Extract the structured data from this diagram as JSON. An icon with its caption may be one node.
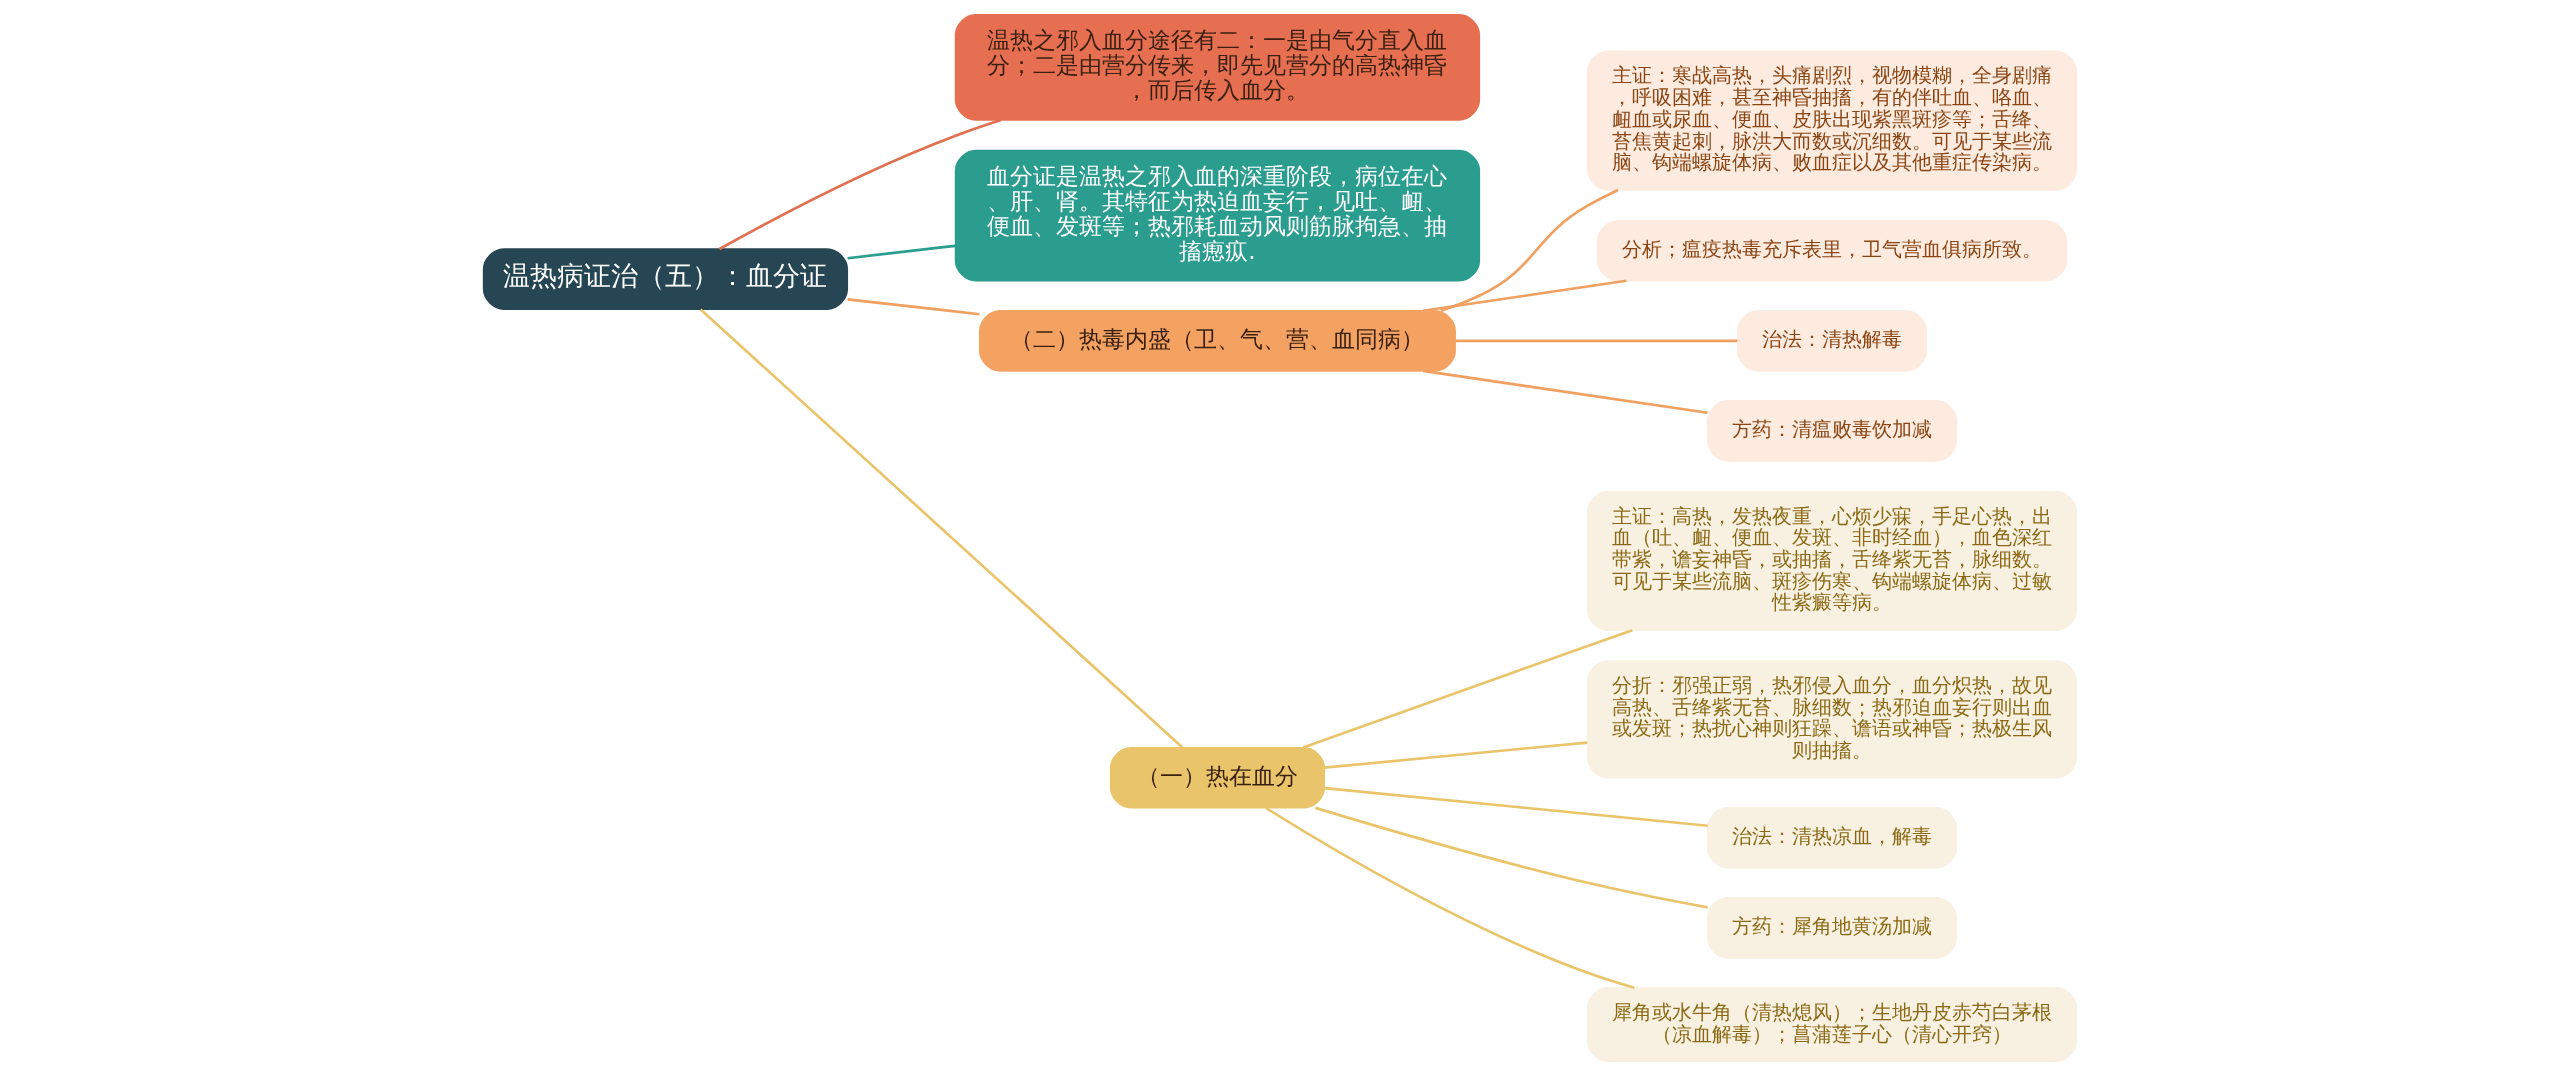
{
  "diagram": {
    "nodes": [
      {
        "text": [
          "温热病证治（五）：血分证"
        ]
      },
      {
        "text": [
          "温热之邪入血分途径有二：一是由气分直入血分；二是由营分传来，即先见营分的高热神昏，而后传入血分。"
        ]
      },
      {
        "text": [
          "血分证是温热之邪入血的深重阶段，病位在心、肝、肾。其特征为热迫血妄行，见吐、衄、便血、发斑等；热邪耗血动风则筋脉拘急、抽搐瘛疭."
        ]
      },
      {
        "text": [
          "（二）热毒内盛（卫、气、营、血同病）"
        ]
      },
      {
        "text": [
          "主证：寒战高热，头痛剧烈，视物模糊，全身剧痛，呼吸困难，甚至神昏抽搐，有的伴吐血、咯血、衄血或尿血、便血、皮肤出现紫黑斑疹等；舌绛、苔焦黄起刺，脉洪大而数或沉细数。可见于某些流脑、钩端螺旋体病、败血症以及其他重症传染病。"
        ]
      },
      {
        "text": [
          "分析；瘟疫热毒充斥表里，卫气营血俱病所致。"
        ]
      },
      {
        "text": [
          "治法：清热解毒"
        ]
      },
      {
        "text": [
          "方药：清瘟败毒饮加减"
        ]
      },
      {
        "text": [
          "（一）热在血分"
        ]
      },
      {
        "text": [
          "主证：高热，发热夜重，心烦少寐，手足心热，出血（吐、衄、便血、发斑、非时经血），血色深红带紫，谵妄神昏，或抽搐，舌绛紫无苔，脉细数。可见于某些流脑、斑疹伤寒、钩端螺旋体病、过敏性紫癜等病。"
        ]
      },
      {
        "text": [
          "分折：邪强正弱，热邪侵入血分，血分炽热，故见高热、舌绛紫无苔、脉细数；热邪迫血妄行则出血或发斑；热扰心神则狂躁、谵语或神昏；热极生风则抽搐。"
        ]
      },
      {
        "text": [
          "治法：清热凉血，解毒"
        ]
      },
      {
        "text": [
          "方药：犀角地黄汤加减"
        ]
      },
      {
        "text": [
          "犀角或水牛角（清热熄风）；生地丹皮赤芍白茅根（凉血解毒）；菖蒲莲子心（清心开窍）"
        ]
      }
    ],
    "edges": [
      {
        "from": 0,
        "to": 1,
        "arrow": "none",
        "color": "#e07050"
      },
      {
        "from": 0,
        "to": 2,
        "arrow": "none",
        "color": "#2a9d8f"
      },
      {
        "from": 0,
        "to": 3,
        "arrow": "none",
        "color": "#f0a060"
      },
      {
        "from": 0,
        "to": 8,
        "arrow": "none"
      },
      {
        "from": 3,
        "to": 4,
        "arrow": "none",
        "color": "#f0a060"
      },
      {
        "from": 3,
        "to": 5,
        "arrow": "none",
        "color": "#f0a060"
      },
      {
        "from": 3,
        "to": 6,
        "arrow": "none",
        "color": "#f0a060"
      },
      {
        "from": 3,
        "to": 7,
        "arrow": "none",
        "color": "#f0a060"
      },
      {
        "from": 8,
        "to": 9,
        "arrow": "none"
      },
      {
        "from": 8,
        "to": 10,
        "arrow": "none"
      },
      {
        "from": 8,
        "to": 11,
        "arrow": "none"
      },
      {
        "from": 8,
        "to": 12,
        "arrow": "none"
      },
      {
        "from": 8,
        "to": 13,
        "arrow": "none"
      }
    ]
  }
}
